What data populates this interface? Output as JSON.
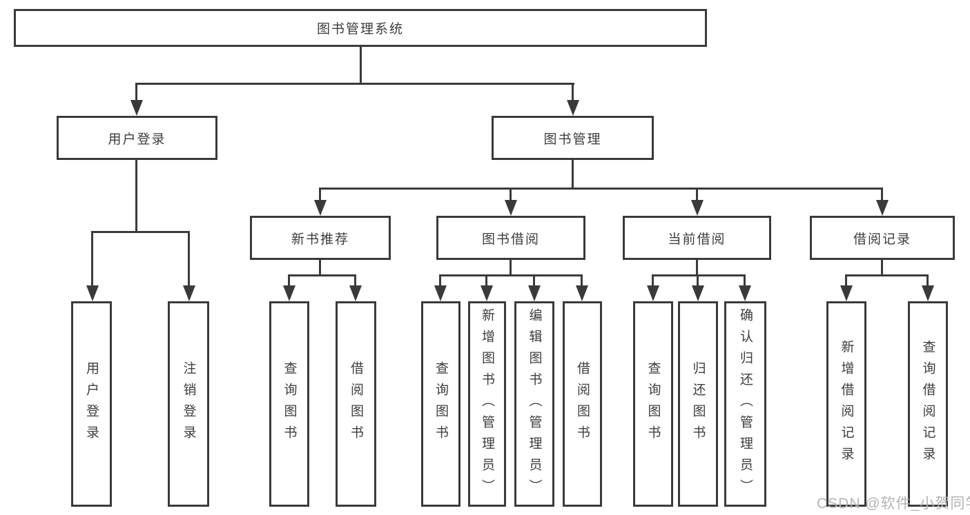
{
  "colors": {
    "line": "#3a3a3a",
    "text": "#3d3d3d",
    "box-bg": "#ffffff",
    "wm": "#b4b4b8",
    "bg": "#ffffff"
  },
  "watermark": {
    "text": "CSDN @软件_小贺同学"
  },
  "tree": {
    "label": "图书管理系统",
    "children": [
      {
        "label": "用户登录",
        "children": [
          {
            "label": "用户登录"
          },
          {
            "label": "注销登录"
          }
        ]
      },
      {
        "label": "图书管理",
        "children": [
          {
            "label": "新书推荐",
            "children": [
              {
                "label": "查询图书"
              },
              {
                "label": "借阅图书"
              }
            ]
          },
          {
            "label": "图书借阅",
            "children": [
              {
                "label": "查询图书"
              },
              {
                "label": "新增图书（管理员）"
              },
              {
                "label": "编辑图书（管理员）"
              },
              {
                "label": "借阅图书"
              }
            ]
          },
          {
            "label": "当前借阅",
            "children": [
              {
                "label": "查询图书"
              },
              {
                "label": "归还图书"
              },
              {
                "label": "确认归还（管理员）"
              }
            ]
          },
          {
            "label": "借阅记录",
            "children": [
              {
                "label": "新增借阅记录"
              },
              {
                "label": "查询借阅记录"
              }
            ]
          }
        ]
      }
    ]
  }
}
